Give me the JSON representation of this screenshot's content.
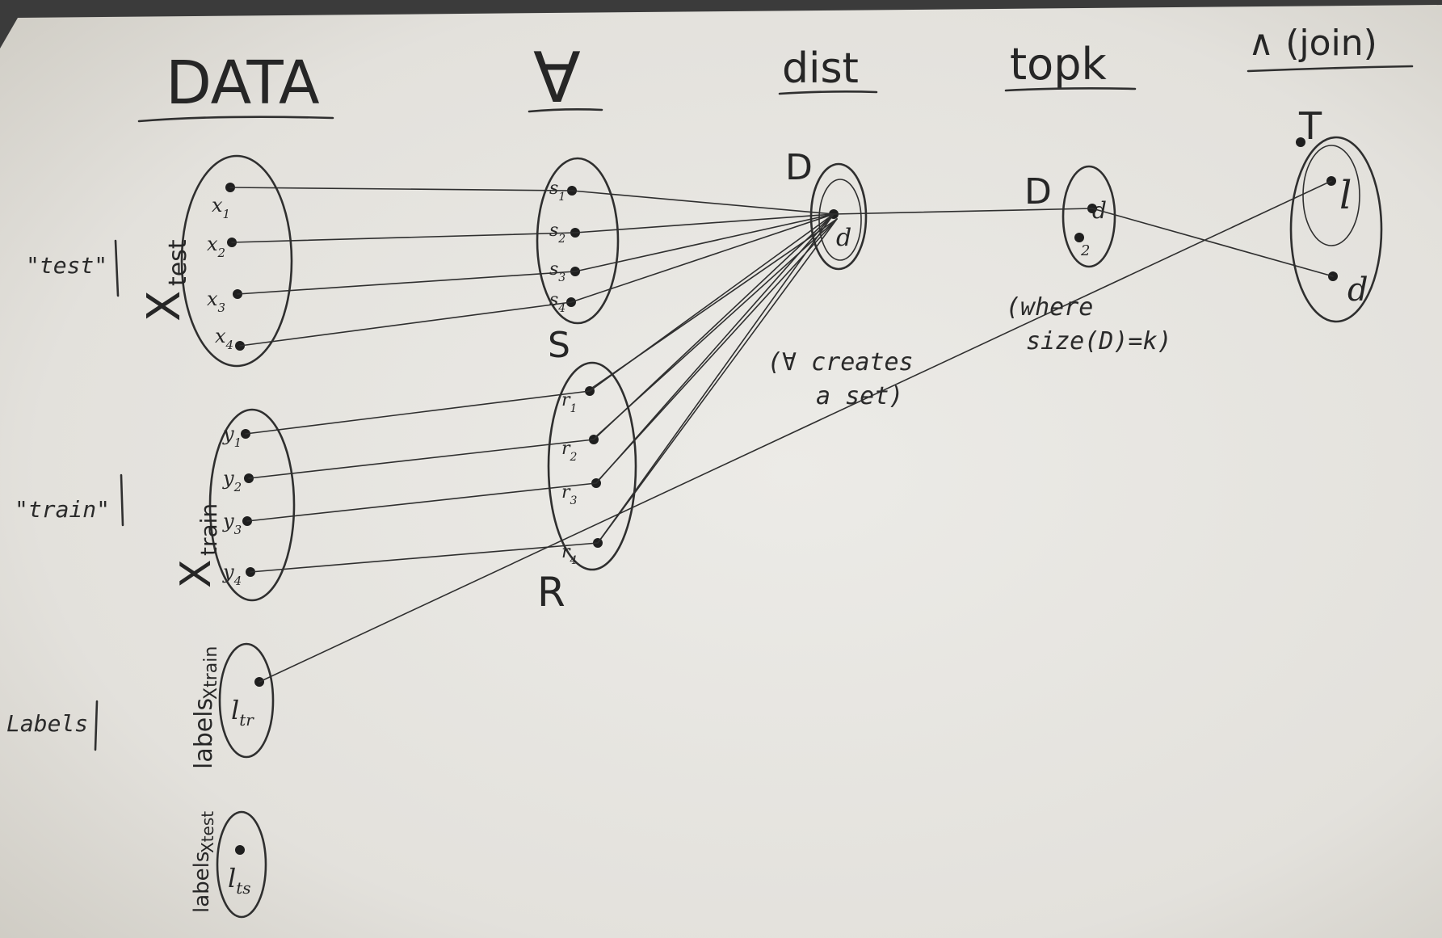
{
  "headers": {
    "data": "DATA",
    "forall": "∀",
    "dist": "dist",
    "topk": "topk",
    "join": "∧ (join)"
  },
  "row_labels": {
    "test": "\"test\"",
    "train": "\"train\"",
    "labels": "Labels"
  },
  "data_sets": {
    "x_test": "X",
    "x_test_sub": "test",
    "x_train": "X",
    "x_train_sub": "train",
    "labels_x_train": "labels",
    "labels_x_train_sub": "Xtrain",
    "labels_x_test": "labels",
    "labels_x_test_sub": "Xtest"
  },
  "elements": {
    "x_test": [
      "x",
      "x",
      "x",
      "x"
    ],
    "x_test_idx": [
      "1",
      "2",
      "3",
      "4"
    ],
    "y_train": [
      "y",
      "y",
      "y",
      "y"
    ],
    "y_train_idx": [
      "1",
      "2",
      "3",
      "4"
    ],
    "labels_train": "l",
    "labels_train_idx": "tr",
    "labels_test": "l",
    "labels_test_idx": "ts"
  },
  "forall_sets": {
    "s_name": "S",
    "s_items": [
      "s",
      "s",
      "s",
      "s"
    ],
    "s_idx": [
      "1",
      "2",
      "3",
      "4"
    ],
    "r_name": "R",
    "r_items": [
      "r",
      "r",
      "r",
      "r"
    ],
    "r_idx": [
      "1",
      "2",
      "3",
      "4"
    ]
  },
  "dist_set": {
    "name": "D",
    "item": "d"
  },
  "topk_set": {
    "name": "D",
    "item": "d",
    "sub": "2"
  },
  "join_set": {
    "name": "T",
    "items": [
      "l",
      "d"
    ]
  },
  "notes": {
    "forall_note_line1": "(∀ creates",
    "forall_note_line2": "a set)",
    "topk_note_line1": "(where",
    "topk_note_line2": "size(D)=k)"
  }
}
